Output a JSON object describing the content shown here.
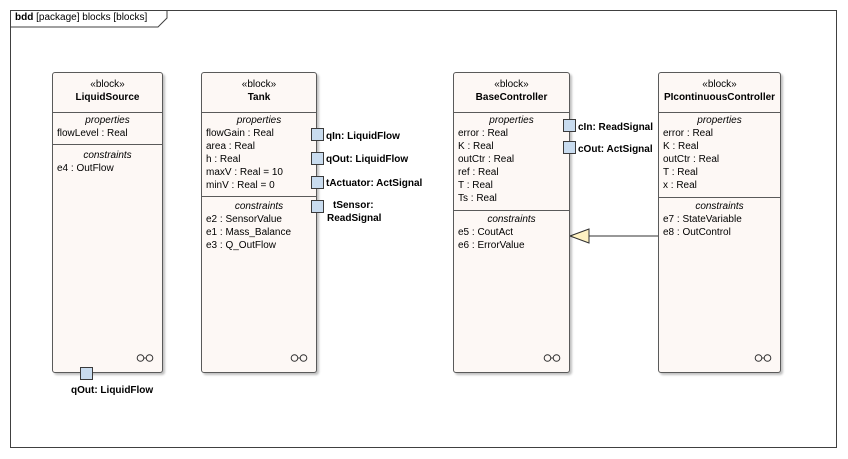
{
  "frame": {
    "keyword": "bdd",
    "text": "[package] blocks [blocks]"
  },
  "blocks": {
    "liquid_source": {
      "stereotype": "«block»",
      "name": "LiquidSource",
      "properties_title": "properties",
      "properties": [
        "flowLevel : Real"
      ],
      "constraints_title": "constraints",
      "constraints": [
        "e4 : OutFlow"
      ]
    },
    "tank": {
      "stereotype": "«block»",
      "name": "Tank",
      "properties_title": "properties",
      "properties": [
        "flowGain : Real",
        "area : Real",
        "h : Real",
        "maxV : Real = 10",
        "minV : Real = 0"
      ],
      "constraints_title": "constraints",
      "constraints": [
        "e2 : SensorValue",
        "e1 : Mass_Balance",
        "e3 : Q_OutFlow"
      ]
    },
    "base_controller": {
      "stereotype": "«block»",
      "name": "BaseController",
      "properties_title": "properties",
      "properties": [
        "error : Real",
        "K : Real",
        "outCtr : Real",
        "ref : Real",
        "T : Real",
        "Ts : Real"
      ],
      "constraints_title": "constraints",
      "constraints": [
        "e5 : CoutAct",
        "e6 : ErrorValue"
      ]
    },
    "pi_controller": {
      "stereotype": "«block»",
      "name": "PIcontinuousController",
      "properties_title": "properties",
      "properties": [
        "error : Real",
        "K : Real",
        "outCtr : Real",
        "T : Real",
        "x : Real"
      ],
      "constraints_title": "constraints",
      "constraints": [
        "e7 : StateVariable",
        "e8 : OutControl"
      ]
    }
  },
  "ports": {
    "source_qout": "qOut: LiquidFlow",
    "tank_qin": "qIn: LiquidFlow",
    "tank_qout": "qOut: LiquidFlow",
    "tank_tactuator": "tActuator: ActSignal",
    "tank_tsensor_line1": "tSensor:",
    "tank_tsensor_line2": "ReadSignal",
    "ctrl_cin": "cIn: ReadSignal",
    "ctrl_cout": "cOut: ActSignal"
  },
  "colors": {
    "block_fill": "#fdf8f5",
    "port_fill": "#c9dcef",
    "generalization_head": "#fff2c2"
  }
}
